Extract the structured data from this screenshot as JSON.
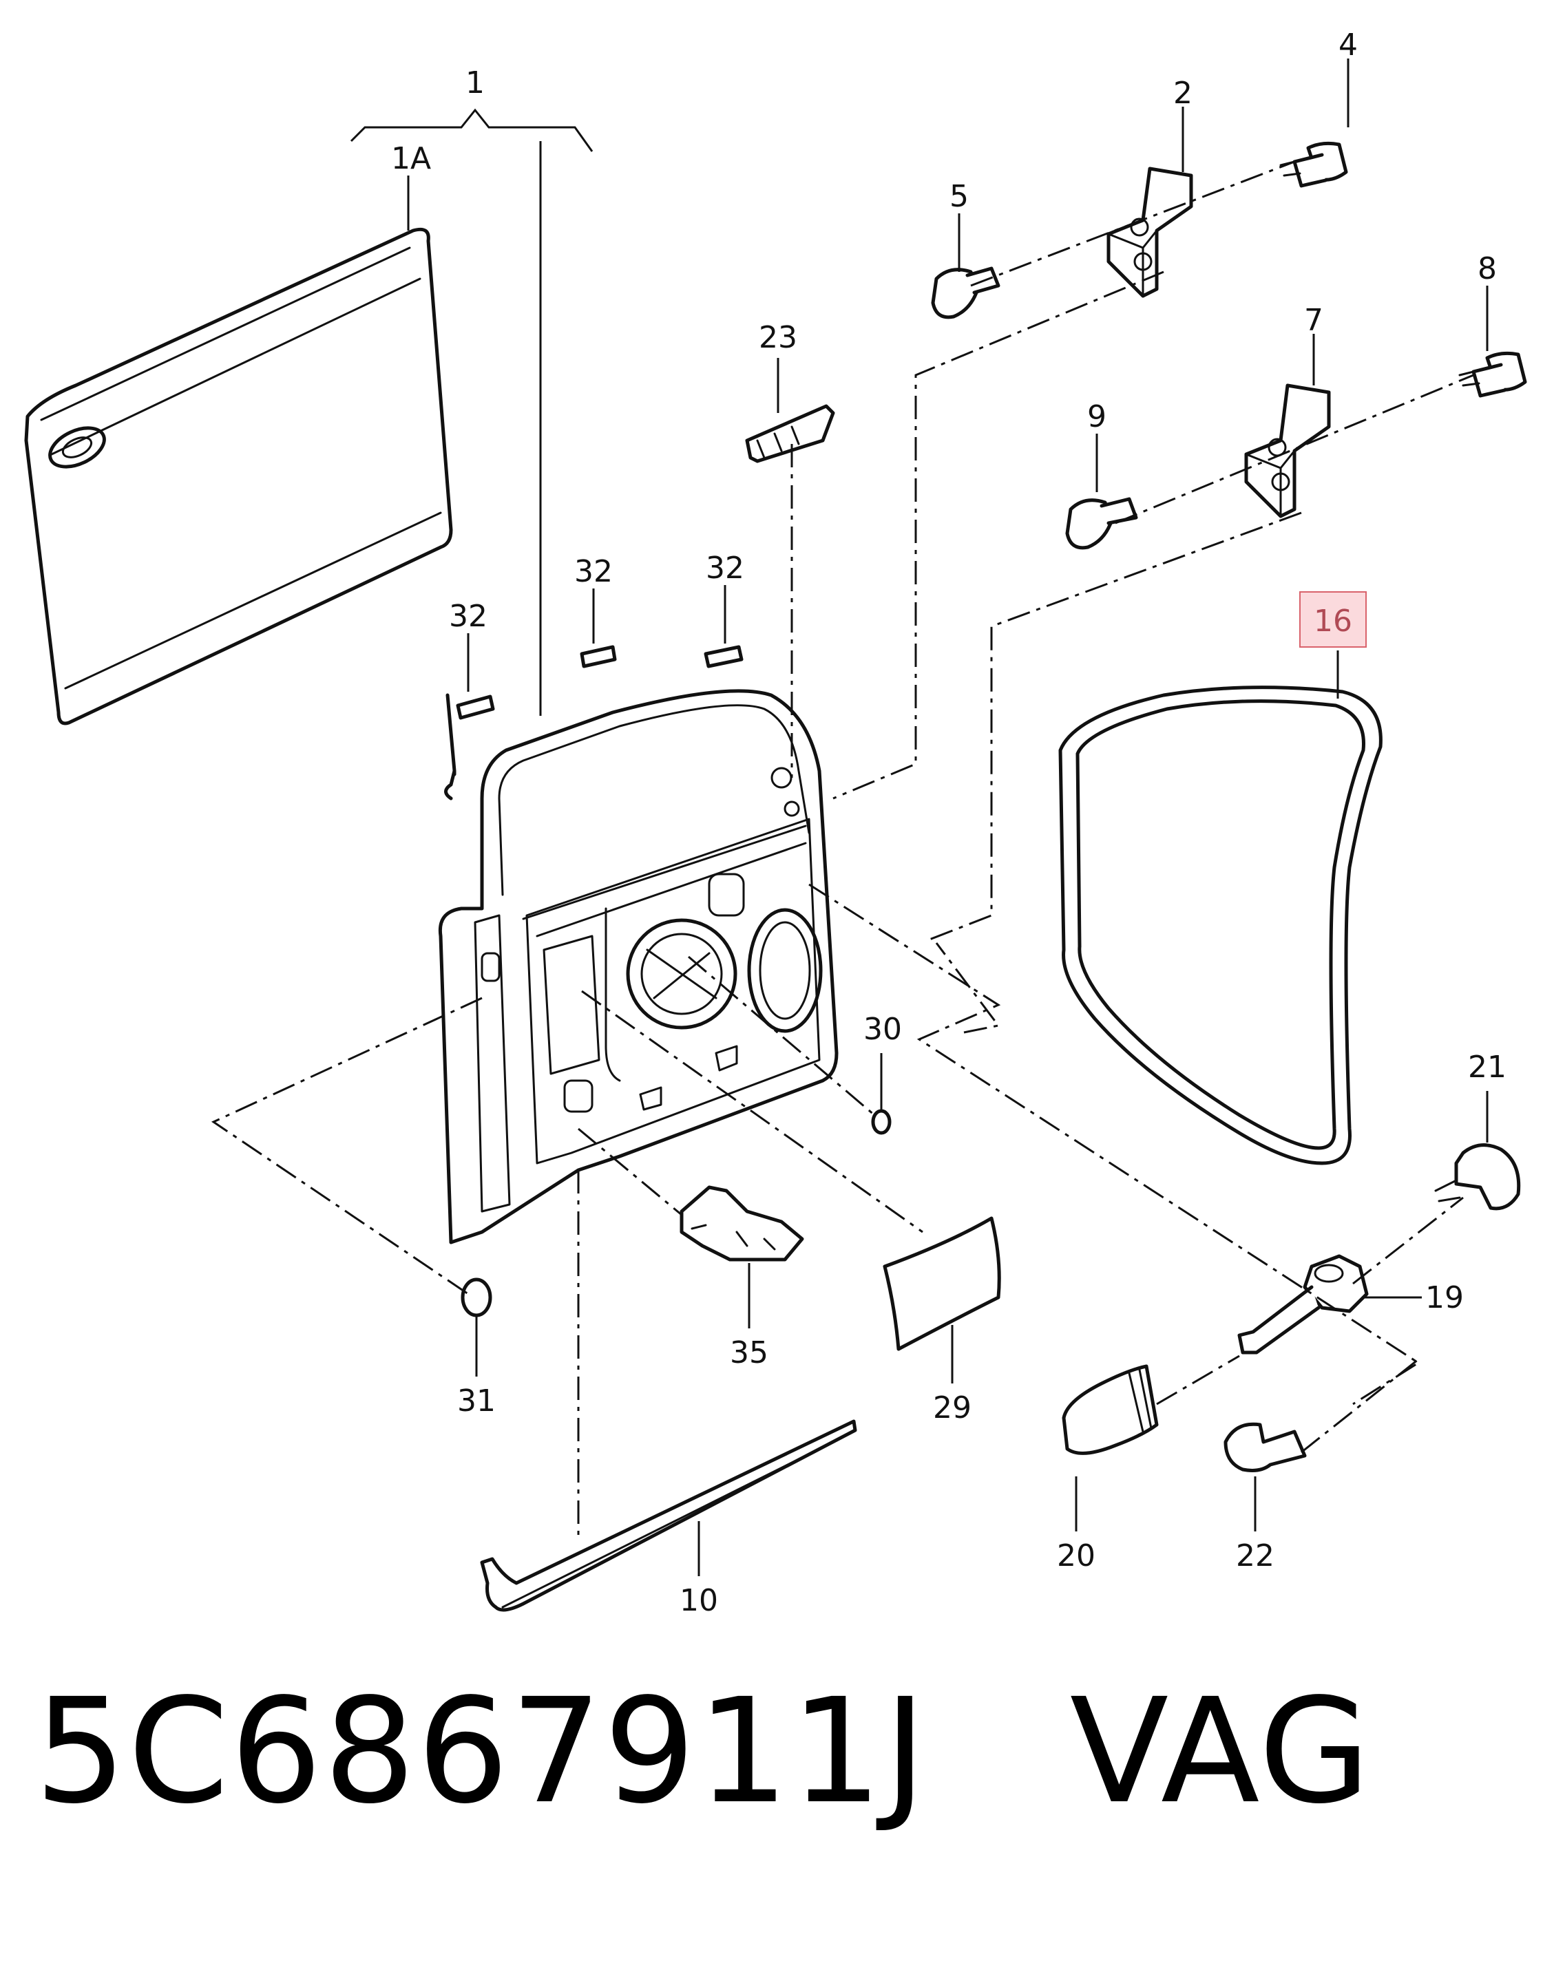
{
  "callouts": {
    "c1": "1",
    "c1A": "1A",
    "c2": "2",
    "c4": "4",
    "c5": "5",
    "c7": "7",
    "c8": "8",
    "c9": "9",
    "c10": "10",
    "c16": "16",
    "c19": "19",
    "c20": "20",
    "c21": "21",
    "c22": "22",
    "c23": "23",
    "c29": "29",
    "c30": "30",
    "c31": "31",
    "c32a": "32",
    "c32b": "32",
    "c32c": "32",
    "c35": "35"
  },
  "highlight": {
    "callout": "16",
    "border_color": "#d9626b",
    "fill_color": "#fbdadd"
  },
  "banner": {
    "part_number": "5C6867911J",
    "brand": "VAG",
    "text": "5C6867911J   VAG"
  }
}
